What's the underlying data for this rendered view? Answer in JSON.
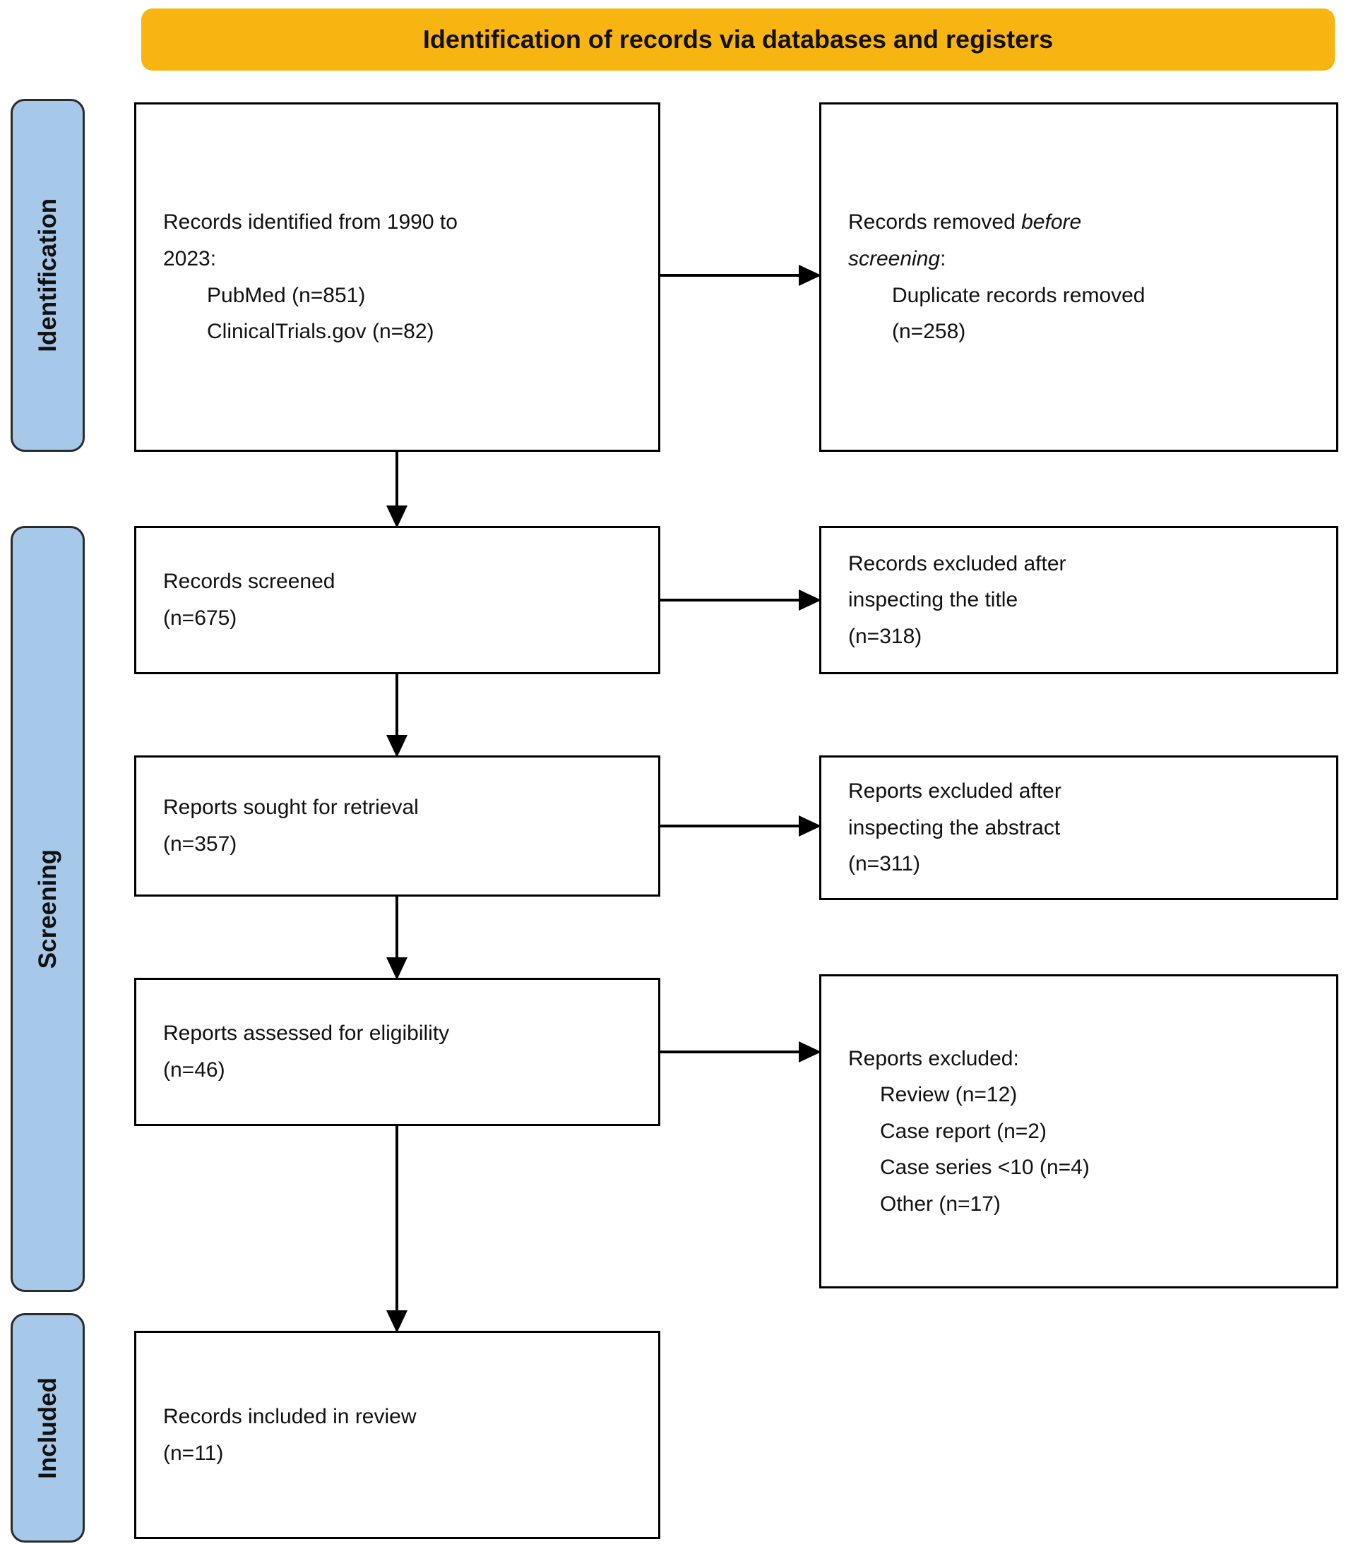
{
  "header": {
    "title": "Identification of records via databases and registers"
  },
  "sidebar": {
    "identification": "Identification",
    "screening": "Screening",
    "included": "Included"
  },
  "boxes": {
    "identified": {
      "lines": [
        "Records identified from 1990 to",
        "2023:"
      ],
      "items": [
        "PubMed (n=851)",
        "ClinicalTrials.gov (n=82)"
      ]
    },
    "removed": {
      "line1_prefix": "Records removed ",
      "line1_italic": "before",
      "line2_italic": "screening",
      "line2_suffix": ":",
      "items": [
        "Duplicate records removed",
        "(n=258)"
      ]
    },
    "screened": {
      "lines": [
        "Records screened",
        "(n=675)"
      ]
    },
    "excluded_title": {
      "lines": [
        "Records excluded after",
        "inspecting the title",
        "(n=318)"
      ]
    },
    "sought": {
      "lines": [
        "Reports sought for retrieval",
        "(n=357)"
      ]
    },
    "excluded_abstract": {
      "lines": [
        "Reports excluded after",
        "inspecting the abstract",
        "(n=311)"
      ]
    },
    "assessed": {
      "lines": [
        "Reports assessed for eligibility",
        "(n=46)"
      ]
    },
    "excluded_reports": {
      "label": "Reports excluded:",
      "items": [
        "Review (n=12)",
        "Case report (n=2)",
        "Case series <10 (n=4)",
        "Other (n=17)"
      ]
    },
    "included": {
      "lines": [
        "Records included in review",
        "(n=11)"
      ]
    }
  },
  "colors": {
    "header_bg": "#F8B511",
    "stage_bg": "#A6C9E9",
    "stage_border": "#2b2b2b",
    "box_border": "#000000",
    "arrow": "#000000",
    "text": "#111111"
  }
}
